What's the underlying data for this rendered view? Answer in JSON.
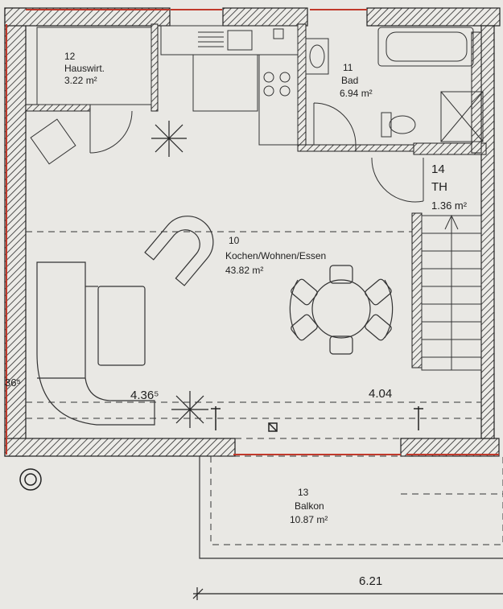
{
  "rooms": {
    "hauswirt": {
      "number": "12",
      "name": "Hauswirt.",
      "area": "3.22 m²"
    },
    "bad": {
      "number": "11",
      "name": "Bad",
      "area": "6.94 m²"
    },
    "th": {
      "number": "14",
      "name": "TH",
      "area": "1.36 m²"
    },
    "kochen": {
      "number": "10",
      "name": "Kochen/Wohnen/Essen",
      "area": "43.82 m²"
    },
    "balkon": {
      "number": "13",
      "name": "Balkon",
      "area": "10.87 m²"
    }
  },
  "dimensions": {
    "left_width": "4.36⁵",
    "right_width": "4.04",
    "total_width": "6.21",
    "edge_mark": "36⁵"
  },
  "colors": {
    "paper": "#e9e8e4",
    "ink": "#1e1e1e",
    "wall_hatch": "#2a2a2a",
    "accent_red": "#c0392b"
  }
}
